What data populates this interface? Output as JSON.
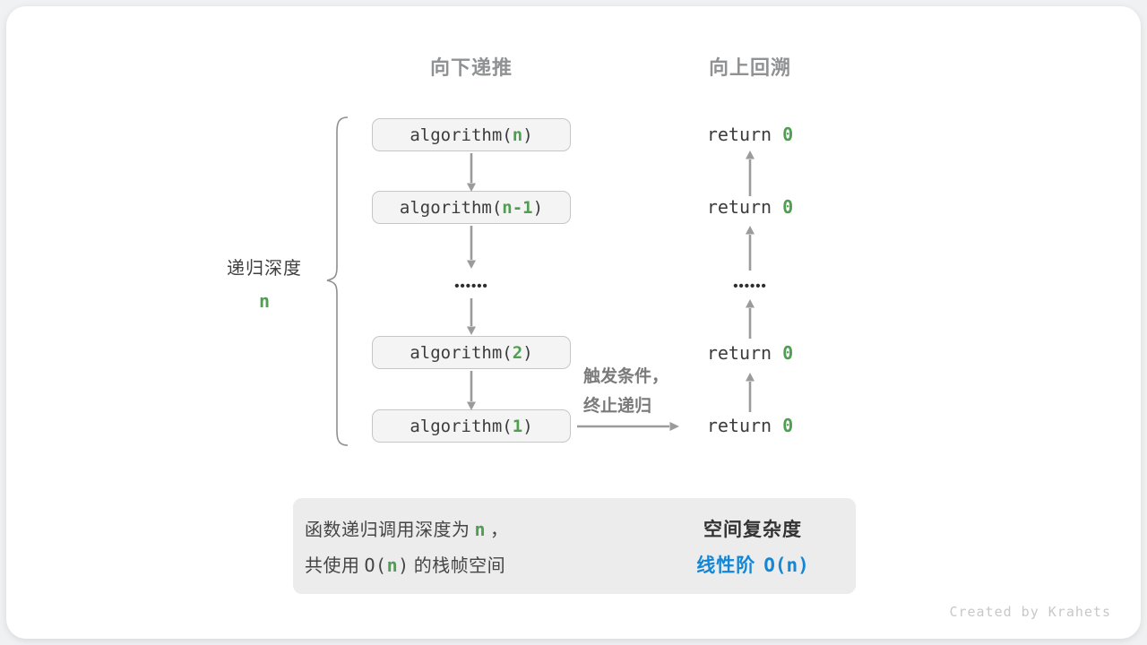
{
  "headers": {
    "recurse_down": "向下递推",
    "backtrack_up": "向上回溯"
  },
  "depth_label": {
    "text": "递归深度",
    "value": "n"
  },
  "call_stack": {
    "boxes": [
      {
        "fn": "algorithm(",
        "arg": "n",
        "close": ")"
      },
      {
        "fn": "algorithm(",
        "arg": "n-1",
        "close": ")"
      },
      {
        "fn": "algorithm(",
        "arg": "2",
        "close": ")"
      },
      {
        "fn": "algorithm(",
        "arg": "1",
        "close": ")"
      }
    ],
    "ellipsis": "••••••"
  },
  "returns": {
    "items": [
      {
        "kw": "return ",
        "val": "0"
      },
      {
        "kw": "return ",
        "val": "0"
      },
      {
        "kw": "return ",
        "val": "0"
      },
      {
        "kw": "return ",
        "val": "0"
      }
    ],
    "ellipsis": "••••••"
  },
  "trigger_note": {
    "line1": "触发条件，",
    "line2": "终止递归"
  },
  "summary": {
    "left_line1_pre": "函数递归调用深度为",
    "left_line1_var": "n",
    "left_line1_post": "，",
    "left_line2_pre": "共使用",
    "left_line2_o": "O(",
    "left_line2_var": "n",
    "left_line2_close": ")",
    "left_line2_post": "的栈帧空间",
    "right_title": "空间复杂度",
    "right_result_zh": "线性阶",
    "right_result_big_o": "O(n)"
  },
  "footer": "Created by Krahets",
  "colors": {
    "green": "#4f9e52",
    "blue": "#1386d6",
    "arrow_gray": "#9b9b9b",
    "header_gray": "#8f9193",
    "box_fill": "#f4f4f4",
    "box_border": "#c6c6c6",
    "summary_fill": "#ececec",
    "text_dark": "#3c3c3c"
  }
}
